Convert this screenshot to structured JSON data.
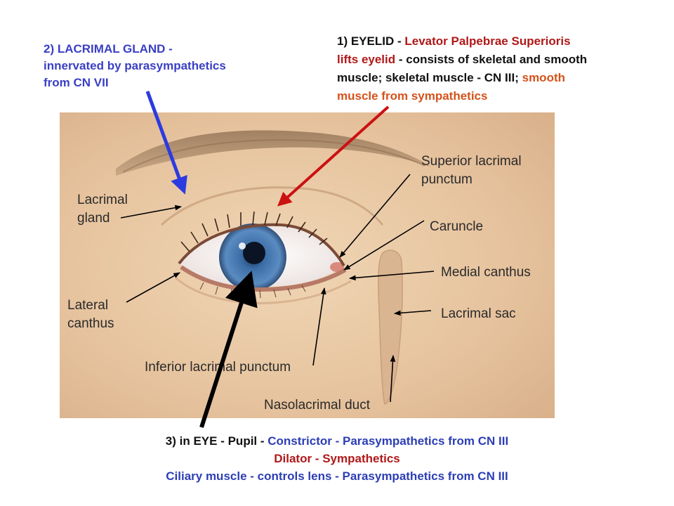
{
  "notes": {
    "lacrimal_gland": {
      "line1": "2) LACRIMAL GLAND -",
      "line2": "innervated by parasympathetics",
      "line3": "from CN VII"
    },
    "eyelid": {
      "l1_a": "1) EYELID - ",
      "l1_b": "Levator Palpebrae Superioris",
      "l2_a": "lifts eyelid",
      "l2_b": " - consists of skeletal and smooth",
      "l3_a": "muscle; skeletal muscle - CN III; ",
      "l3_b": "smooth",
      "l4": "muscle from sympathetics"
    },
    "eye": {
      "l1_a": "3) in EYE - Pupil - ",
      "l1_b": "Constrictor - Parasympathetics from CN III",
      "l2": "Dilator - Sympathetics",
      "l3": "Ciliary muscle - controls lens - Parasympathetics from CN III"
    }
  },
  "diagram_labels": {
    "lacrimal_gland_1": "Lacrimal",
    "lacrimal_gland_2": "gland",
    "lateral_canthus_1": "Lateral",
    "lateral_canthus_2": "canthus",
    "superior_punctum_1": "Superior lacrimal",
    "superior_punctum_2": "punctum",
    "caruncle": "Caruncle",
    "medial_canthus": "Medial canthus",
    "lacrimal_sac": "Lacrimal sac",
    "inferior_punctum": "Inferior lacrimal punctum",
    "nasolacrimal_duct": "Nasolacrimal duct"
  },
  "colors": {
    "lacrimal_note": "#3a3fc4",
    "eyelid_red": "#b01818",
    "orange": "#d4521a",
    "blue_text": "#2c3eb5",
    "skin": "#e8c9a6",
    "iris": "#4e7fb4",
    "arrow_blue": "#2c3be0",
    "arrow_red": "#cc1111",
    "arrow_black": "#000000"
  }
}
